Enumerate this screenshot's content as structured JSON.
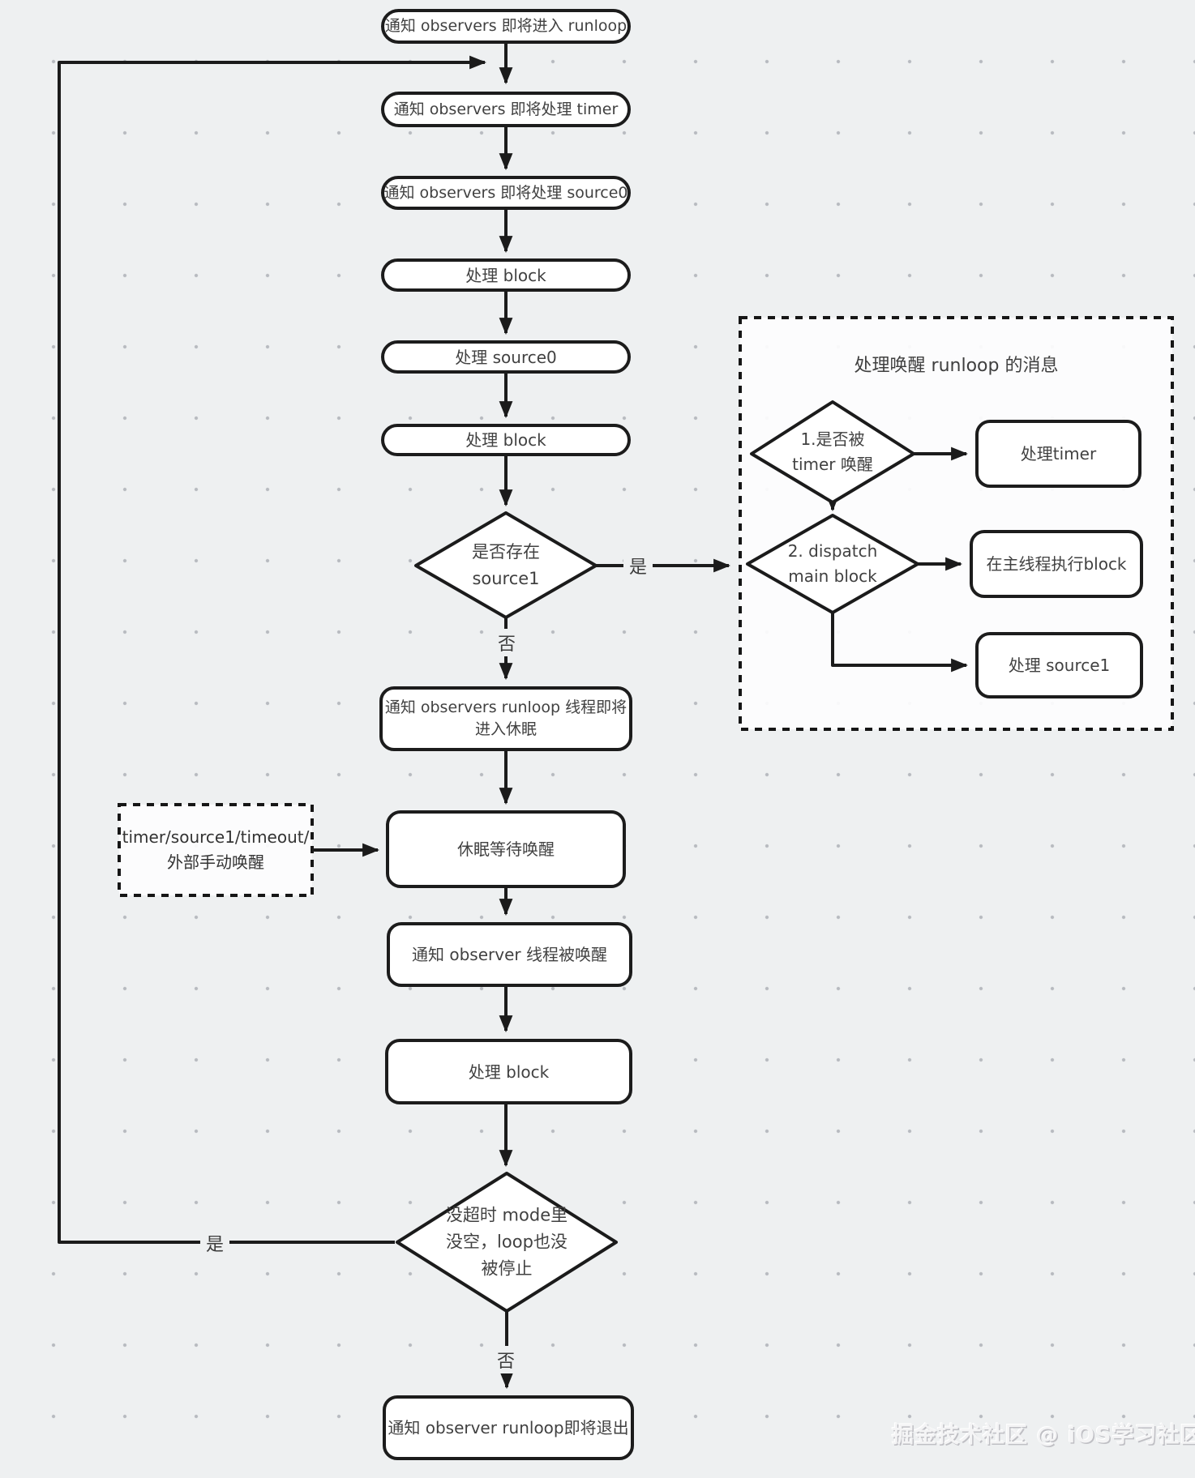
{
  "flow": {
    "start": "通知 observers 即将进入 runloop",
    "will_process_timer": "通知 observers 即将处理 timer",
    "will_process_source0": "通知 observers 即将处理 source0",
    "process_block_a": "处理 block",
    "process_source0": "处理 source0",
    "process_block_b": "处理 block",
    "decision_source1": {
      "line1": "是否存在",
      "line2": "source1"
    },
    "notify_sleep": {
      "line1": "通知 observers runloop 线程即将",
      "line2": "进入休眠"
    },
    "sleep_wait": "休眠等待唤醒",
    "notify_awake": "通知 observer 线程被唤醒",
    "process_block_c": "处理 block",
    "decision_continue": {
      "line1": "没超时 mode里",
      "line2": "没空，loop也没",
      "line3": "被停止"
    },
    "notify_exit": "通知 observer runloop即将退出"
  },
  "edge_labels": {
    "yes_source1": "是",
    "no_source1": "否",
    "yes_continue": "是",
    "no_continue": "否"
  },
  "wake_handlers_box": {
    "title": "处理唤醒 runloop 的消息",
    "decision_timer": {
      "line1": "1.是否被",
      "line2": "timer 唤醒"
    },
    "process_timer": "处理timer",
    "decision_dispatch": {
      "line1": "2. dispatch",
      "line2": "main block"
    },
    "exec_main_block": "在主线程执行block",
    "process_source1": "处理 source1"
  },
  "wake_sources_box": {
    "line1": "timer/source1/timeout/",
    "line2": "外部手动唤醒"
  },
  "watermark": "掘金技术社区 @ iOS学习社区"
}
